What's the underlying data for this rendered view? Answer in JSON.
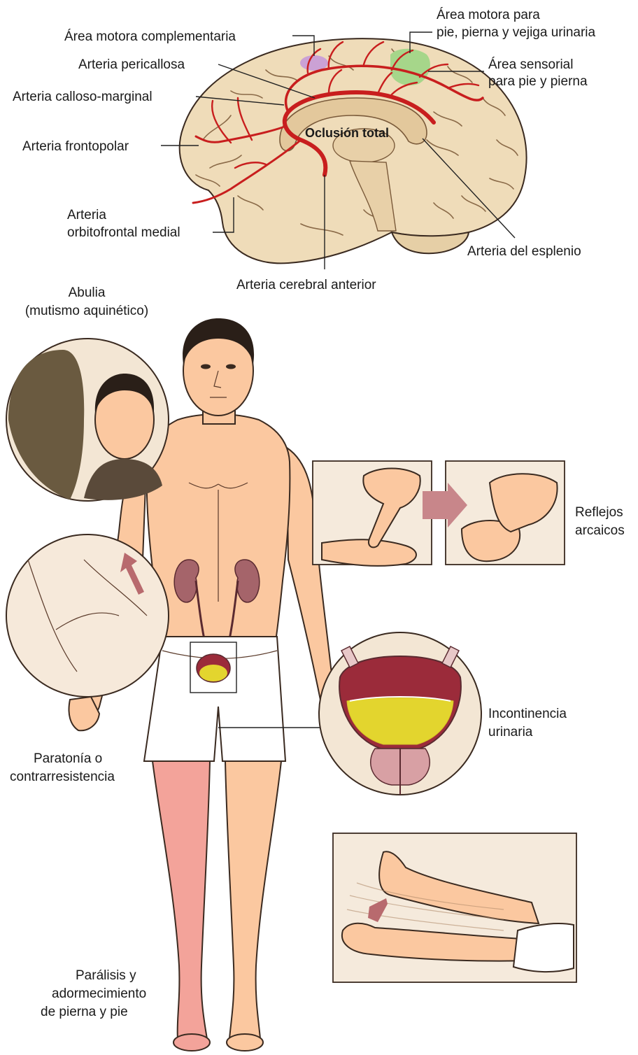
{
  "brain": {
    "occlusion_label": "Oclusión total",
    "labels": {
      "area_motora_complementaria": "Área motora complementaria",
      "area_motora_pie_l1": "Área motora para",
      "area_motora_pie_l2": "pie, pierna y vejiga urinaria",
      "arteria_pericallosa": "Arteria pericallosa",
      "area_sensorial_l1": "Área sensorial",
      "area_sensorial_l2": "para pie y pierna",
      "arteria_calloso_marginal": "Arteria calloso-marginal",
      "arteria_frontopolar": "Arteria frontopolar",
      "arteria_orbitofrontal_l1": "Arteria",
      "arteria_orbitofrontal_l2": "orbitofrontal medial",
      "arteria_esplenio": "Arteria del esplenio",
      "arteria_cerebral_anterior": "Arteria cerebral anterior"
    }
  },
  "symptoms": {
    "abulia_l1": "Abulia",
    "abulia_l2": "(mutismo aquinético)",
    "reflejos_l1": "Reflejos",
    "reflejos_l2": "arcaicos",
    "paratonia_l1": "Paratonía o",
    "paratonia_l2": "contrarresistencia",
    "incontinencia_l1": "Incontinencia",
    "incontinencia_l2": "urinaria",
    "paralisis_l1": "Parálisis y",
    "paralisis_l2": "adormecimiento",
    "paralisis_l3": "de pierna y pie"
  },
  "colors": {
    "brain": "#efdcb9",
    "artery": "#c81e1e",
    "skin": "#fbc8a0",
    "affected_leg": "#f3a39a",
    "motor_area": "#a6d68a",
    "supplementary_area": "#c79ad8",
    "urine": "#e3d52e",
    "bladder_wall": "#9b2b3a"
  }
}
